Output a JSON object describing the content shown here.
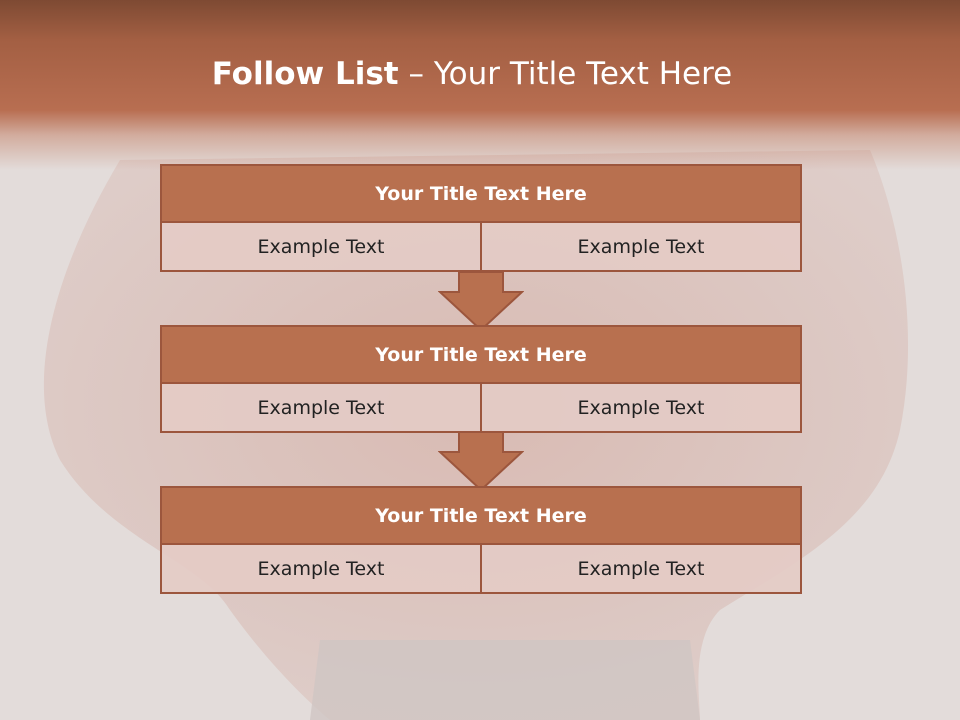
{
  "slide": {
    "title_bold": "Follow List",
    "title_rest": "– Your Title Text Here"
  },
  "blocks": [
    {
      "title": "Your Title Text Here",
      "cells": [
        "Example Text",
        "Example Text"
      ]
    },
    {
      "title": "Your Title Text Here",
      "cells": [
        "Example Text",
        "Example Text"
      ]
    },
    {
      "title": "Your Title Text Here",
      "cells": [
        "Example Text",
        "Example Text"
      ]
    }
  ],
  "colors": {
    "header": "#a35f43",
    "block_title": "#b8704f",
    "border": "#9c563d",
    "cell": "#e4cbc6",
    "background": "#e3dcda"
  }
}
